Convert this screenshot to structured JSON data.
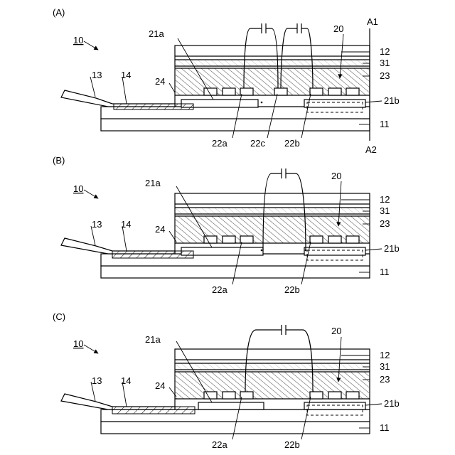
{
  "panels": [
    {
      "panel_label": "(A)",
      "ref": "10",
      "labels": {
        "l21a": "21a",
        "l24": "24",
        "l13": "13",
        "l14": "14",
        "l20": "20",
        "l12": "12",
        "l31": "31",
        "l23": "23",
        "l21b": "21b",
        "l11": "11",
        "l22a": "22a",
        "l22c": "22c",
        "l22b": "22b",
        "lA1": "A1",
        "lA2": "A2"
      }
    },
    {
      "panel_label": "(B)",
      "ref": "10",
      "labels": {
        "l21a": "21a",
        "l24": "24",
        "l13": "13",
        "l14": "14",
        "l20": "20",
        "l12": "12",
        "l31": "31",
        "l23": "23",
        "l21b": "21b",
        "l11": "11",
        "l22a": "22a",
        "l22b": "22b"
      }
    },
    {
      "panel_label": "(C)",
      "ref": "10",
      "labels": {
        "l21a": "21a",
        "l24": "24",
        "l13": "13",
        "l14": "14",
        "l20": "20",
        "l12": "12",
        "l31": "31",
        "l23": "23",
        "l21b": "21b",
        "l11": "11",
        "l22a": "22a",
        "l22b": "22b"
      }
    }
  ]
}
